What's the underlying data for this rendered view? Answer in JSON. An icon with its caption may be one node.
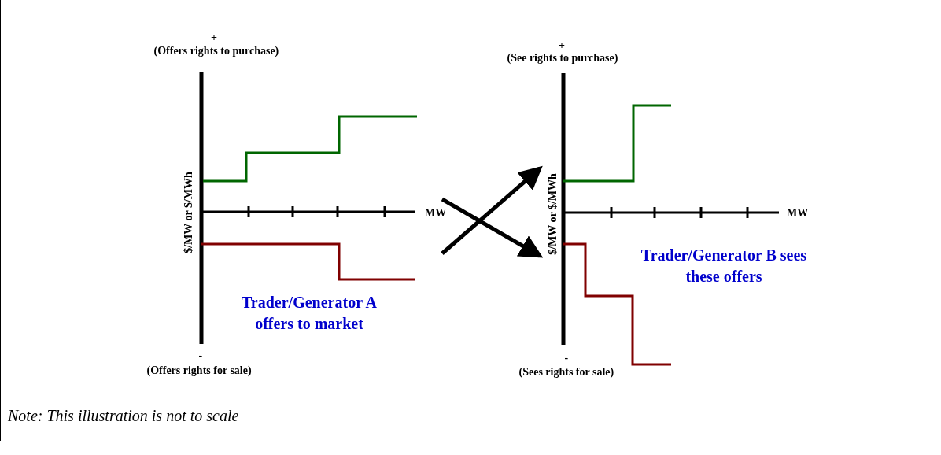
{
  "diagram": {
    "caption": "Note: This illustration is not to scale",
    "nodes": [
      {
        "text": [
          "Trader/Generator A offers to market"
        ]
      },
      {
        "text": [
          "Trader/Generator B sees these offers"
        ]
      }
    ],
    "edges": [
      {
        "from": 0,
        "to": 1,
        "arrow": "to"
      },
      {
        "from": 0,
        "to": 1,
        "arrow": "to"
      }
    ],
    "labels": [
      "+",
      "(Offers rights to purchase)",
      "+",
      "(See rights to purchase)",
      "$/MW or $/MWh",
      "MW",
      "$/MW or $/MWh",
      "MW",
      "-",
      "(Offers rights for sale)",
      "-",
      "(Sees rights for sale)"
    ]
  }
}
